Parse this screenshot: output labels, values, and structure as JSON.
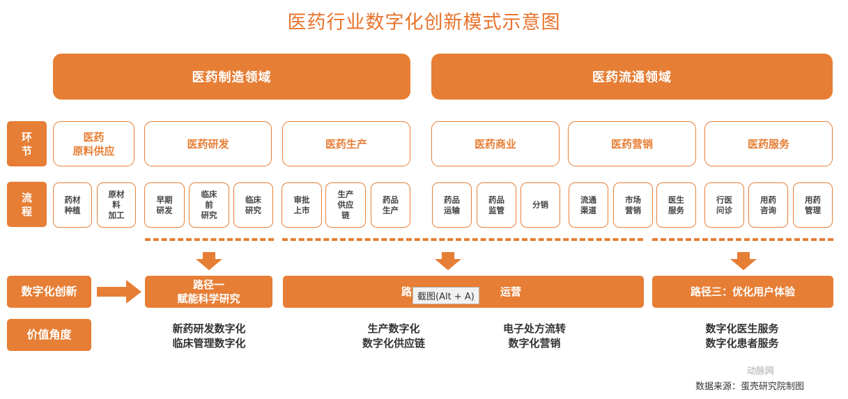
{
  "title": "医药行业数字化创新模式示意图",
  "domains": {
    "manufacturing": "医药制造领域",
    "distribution": "医药流通领域"
  },
  "row_labels": {
    "stage": "环\n节",
    "process": "流\n程",
    "digital": "数字化创新",
    "value": "价值角度"
  },
  "stages": [
    "医药\n原料供应",
    "医药研发",
    "医药生产",
    "医药商业",
    "医药营销",
    "医药服务"
  ],
  "processes": [
    "药材\n种植",
    "原材\n料\n加工",
    "早期\n研发",
    "临床\n前\n研究",
    "临床\n研究",
    "审批\n上市",
    "生产\n供应\n链",
    "药品\n生产",
    "药品\n运输",
    "药品\n监管",
    "分销",
    "流通\n渠道",
    "市场\n营销",
    "医生\n服务",
    "行医\n问诊",
    "用药\n咨询",
    "用药\n管理"
  ],
  "paths": {
    "path1": "路径一\n赋能科学研究",
    "path2_left": "路",
    "path2_right": "运营",
    "path3": "路径三：优化用户体验"
  },
  "tooltip": "截图(Alt + A)",
  "values": {
    "v1": "新药研发数字化\n临床管理数字化",
    "v2": "生产数字化\n数字化供应链",
    "v3": "电子处方流转\n数字化营销",
    "v4": "数字化医生服务\n数字化患者服务"
  },
  "source": "数据来源：蛋壳研究院制图",
  "watermark": "动脉网",
  "colors": {
    "accent": "#E67E35",
    "title": "#E8732C"
  }
}
